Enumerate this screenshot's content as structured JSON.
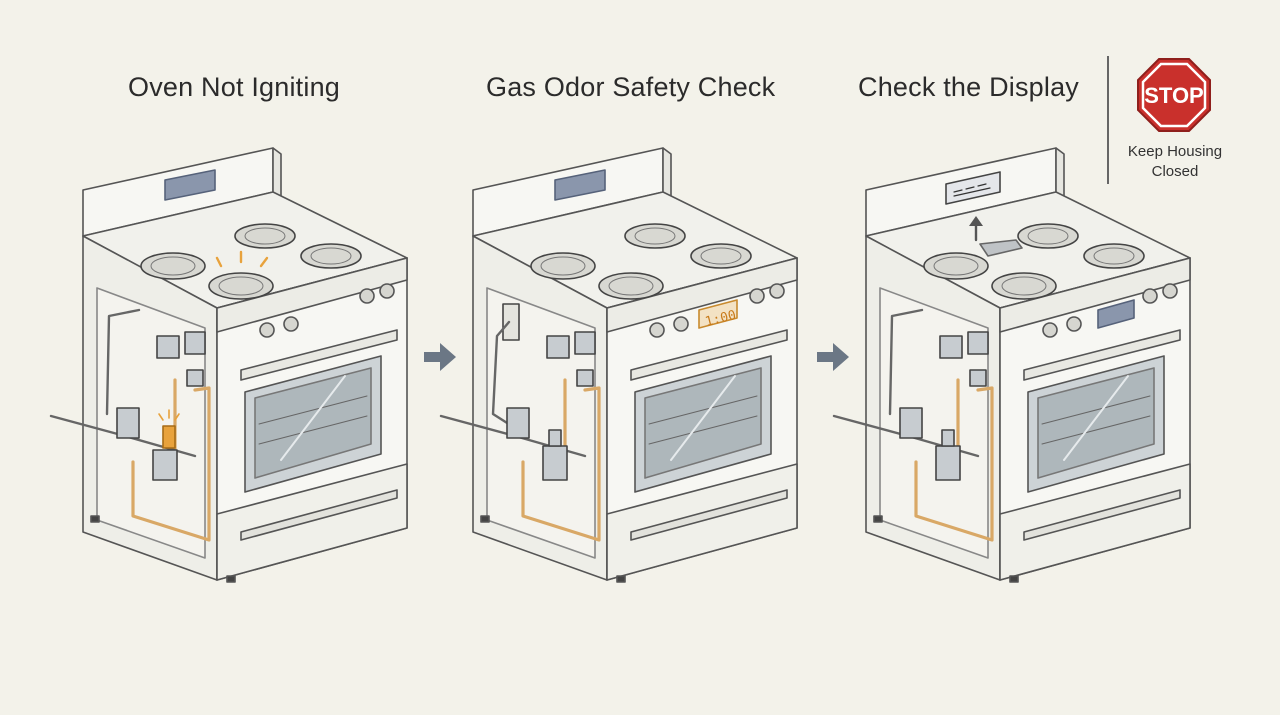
{
  "panels": [
    {
      "title": "Oven Not Igniting"
    },
    {
      "title": "Gas Odor Safety Check",
      "display_readout": "1:00"
    },
    {
      "title": "Check the Display"
    }
  ],
  "notice": {
    "sign_text": "STOP",
    "caption_line1": "Keep Housing",
    "caption_line2": "Closed"
  },
  "colors": {
    "background": "#f3f2ea",
    "outline": "#555555",
    "gas_line": "#d9a866",
    "amber_accent": "#e8a23c",
    "stop_red": "#c9302c",
    "arrow": "#6b7785",
    "display_blue": "#8a96ac"
  },
  "icons": [
    "arrow-right-icon",
    "stop-sign-icon",
    "up-arrow-icon"
  ]
}
